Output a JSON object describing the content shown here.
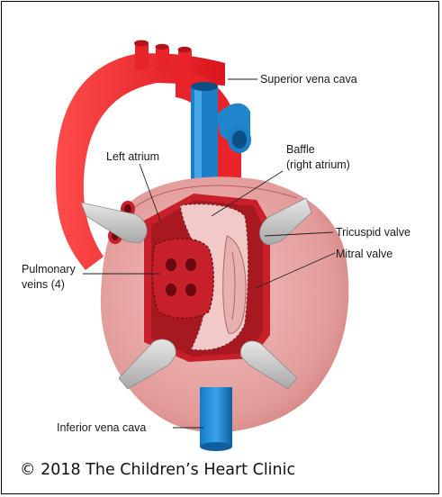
{
  "labels": {
    "superior_vena_cava": "Superior vena cava",
    "left_atrium": "Left atrium",
    "baffle_line1": "Baffle",
    "baffle_line2": "(right atrium)",
    "tricuspid_valve": "Tricuspid valve",
    "mitral_valve": "Mitral valve",
    "pulmonary_veins_line1": "Pulmonary",
    "pulmonary_veins_line2": "veins (4)",
    "inferior_vena_cava": "Inferior vena cava"
  },
  "copyright": "© 2018 The Children’s Heart Clinic",
  "colors": {
    "aorta": "#e8232a",
    "vena_cava": "#1c7fc6",
    "heart": "#e7a3a1",
    "atrium_red": "#c8202a",
    "baffle": "#f1c9c8",
    "retractor": "#c9c9c9"
  }
}
